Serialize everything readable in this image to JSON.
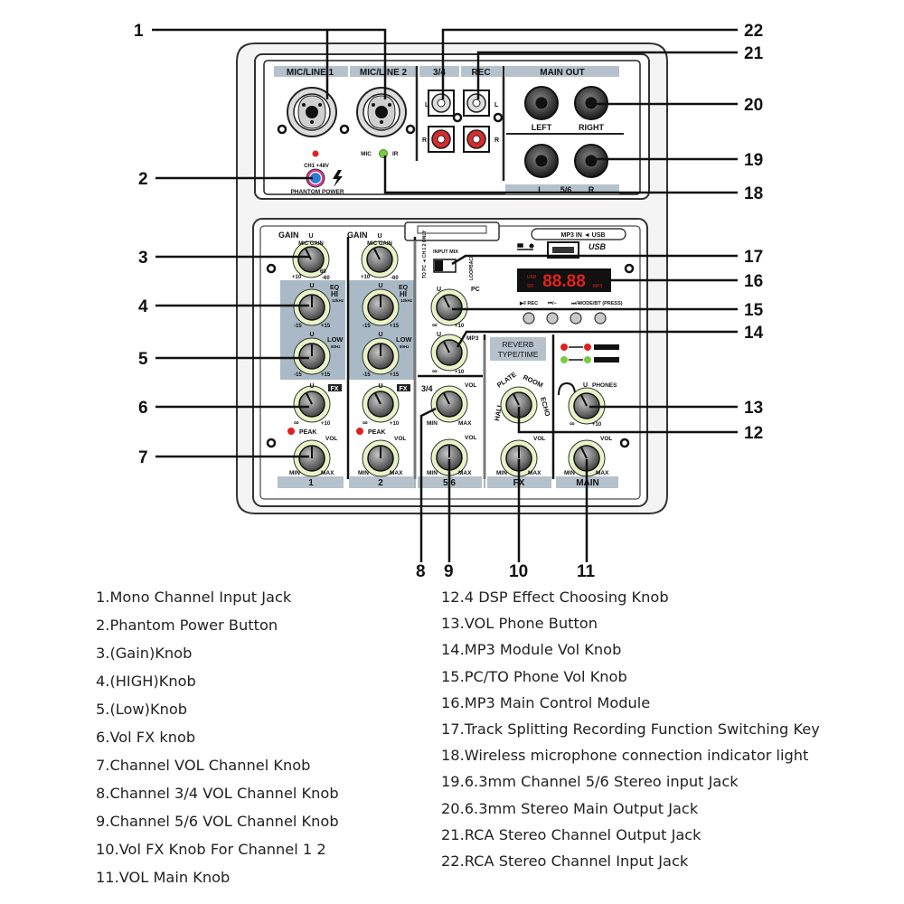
{
  "callouts": [
    "1",
    "2",
    "3",
    "4",
    "5",
    "6",
    "7",
    "8",
    "9",
    "10",
    "11",
    "12",
    "13",
    "14",
    "15",
    "16",
    "17",
    "18",
    "19",
    "20",
    "21",
    "22"
  ],
  "panel": {
    "top_sections": [
      "MIC/LINE 1",
      "MIC/LINE 2",
      "3/4",
      "REC",
      "MAIN OUT"
    ],
    "lr": {
      "l": "L",
      "r": "R"
    },
    "main_out_left": "LEFT",
    "main_out_right": "RIGHT",
    "stereo_56": "5/6",
    "ch1_48v": "CH1 +48V",
    "phantom_power": "PHANTOM POWER",
    "mic": "MIC",
    "ir": "IR",
    "gain": "GAIN",
    "mic_gain": "MIC GAIN",
    "u": "U",
    "plus10": "+10",
    "sixty": "60",
    "minus60": "-60",
    "eq": "EQ",
    "hi": "HI",
    "hi_freq": "12kHz",
    "low": "LOW",
    "low_freq": "80Hz",
    "minus15": "-15",
    "plus15": "+15",
    "fx": "FX",
    "inf": "∞",
    "peak": "PEAK",
    "vol": "VOL",
    "min": "MIN",
    "max": "MAX",
    "channel_labels": [
      "1",
      "2",
      "5/6",
      "FX",
      "MAIN"
    ],
    "usb_badge": "MP3 IN ◄ USB",
    "to_pc": "TO PC ◄ CH 1 2 ONLY",
    "input_mix": "INPUT MIX",
    "loopback": "LOOPBACK",
    "pc": "PC",
    "mp3": "MP3",
    "label_34": "3/4",
    "usb_logo": "USB",
    "display_digits": "88.88",
    "display_usb": "USB",
    "display_sd": "SD",
    "display_mp3": "MP3",
    "btn_play_rec": "▶‖ REC",
    "btn_prev": "⏮/−",
    "btn_next": "⏭/+",
    "btn_mode": "MODE/BT (PRESS)",
    "reverb": [
      "REVERB",
      "TYPE/TIME"
    ],
    "reverb_types": [
      "HALL",
      "PLATE",
      "ROOM",
      "ECHO"
    ],
    "phones": "PHONES"
  },
  "legend": {
    "left": [
      "1.Mono Channel Input Jack",
      "2.Phantom Power Button",
      "3.(Gain)Knob",
      "4.(HIGH)Knob",
      "5.(Low)Knob",
      "6.Vol FX knob",
      "7.Channel VOL Channel Knob",
      "8.Channel 3/4 VOL Channel Knob",
      "9.Channel 5/6 VOL Channel Knob",
      "10.Vol FX Knob For Channel 1 2",
      "11.VOL Main Knob"
    ],
    "right": [
      "12.4 DSP Effect Choosing Knob",
      "13.VOL Phone Button",
      "14.MP3 Module Vol Knob",
      "15.PC/TO Phone Vol Knob",
      "16.MP3 Main Control Module",
      "17.Track Splitting Recording Function Switching Key",
      "18.Wireless microphone connection indicator light",
      "19.6.3mm Channel 5/6 Stereo input Jack",
      "20.6.3mm Stereo Main Output Jack",
      "21.RCA Stereo Channel Output Jack",
      "22.RCA Stereo Channel Input Jack"
    ]
  }
}
